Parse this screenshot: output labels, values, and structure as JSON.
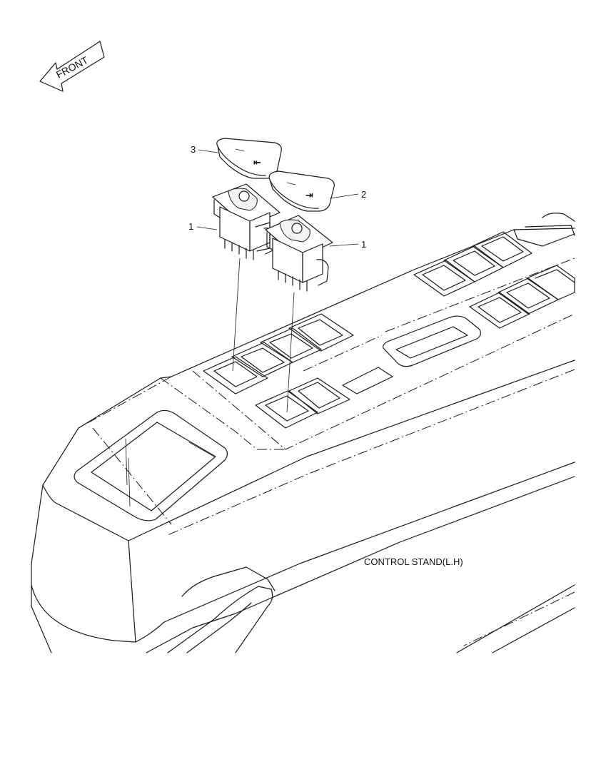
{
  "diagram": {
    "front_label": "FRONT",
    "assembly_label": "CONTROL STAND(L.H)",
    "callouts": [
      "3",
      "2",
      "1",
      "1"
    ]
  }
}
